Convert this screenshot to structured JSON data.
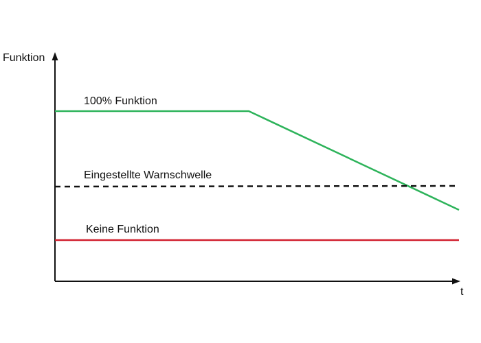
{
  "diagram": {
    "y_axis_label": "Funktion",
    "x_axis_label": "t",
    "lines": [
      {
        "label": "100% Funktion",
        "color": "#2db35a",
        "style": "solid",
        "note": "flat, then declining"
      },
      {
        "label": "Eingestellte Warnschwelle",
        "color": "#111111",
        "style": "dashed"
      },
      {
        "label": "Keine Funktion",
        "color": "#d1202f",
        "style": "solid"
      }
    ]
  }
}
